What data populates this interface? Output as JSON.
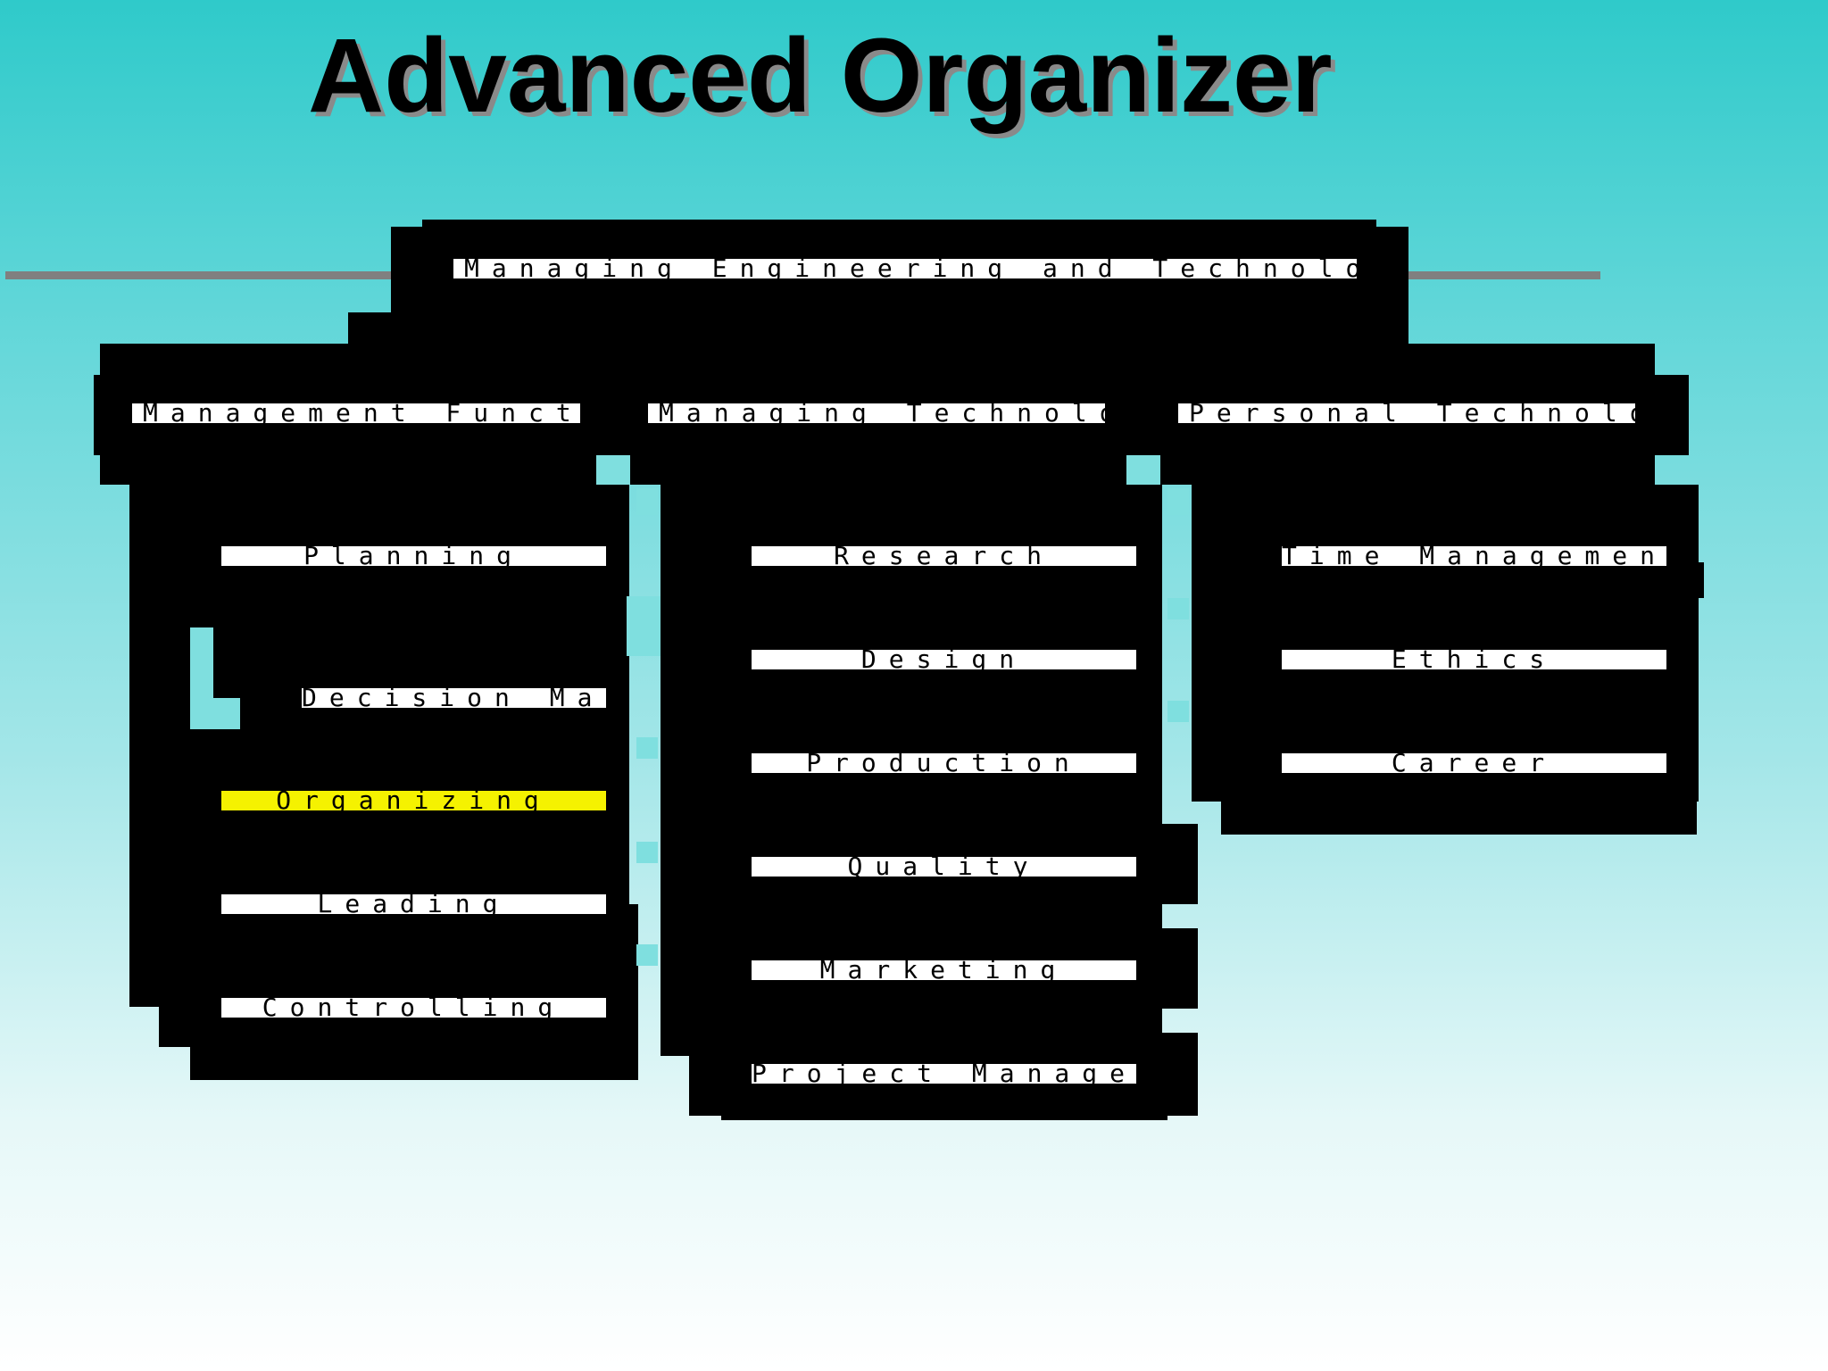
{
  "title": "Advanced Organizer",
  "root": "Managing Engineering and Technology",
  "branches": [
    {
      "label": "Management Functions",
      "items": [
        "Planning",
        "Decision Making",
        "Organizing",
        "Leading",
        "Controlling"
      ],
      "highlighted": "Organizing"
    },
    {
      "label": "Managing Technology",
      "items": [
        "Research",
        "Design",
        "Production",
        "Quality",
        "Marketing",
        "Project Management"
      ]
    },
    {
      "label": "Personal Technology",
      "items": [
        "Time Management",
        "Ethics",
        "Career"
      ]
    }
  ],
  "colors": {
    "highlight": "#f5f200",
    "box": "#000000",
    "bar": "#ffffff",
    "rule": "#808080"
  }
}
